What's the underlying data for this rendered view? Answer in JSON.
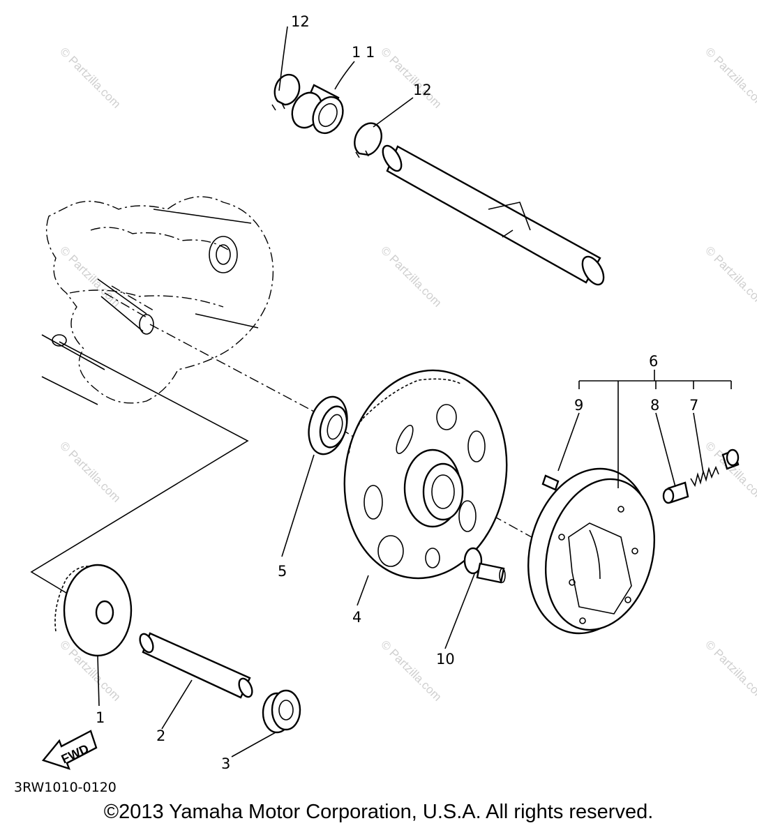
{
  "callouts": {
    "p1": "1",
    "p2": "2",
    "p3": "3",
    "p4": "4",
    "p5": "5",
    "p6": "6",
    "p7": "7",
    "p8": "8",
    "p9": "9",
    "p10": "10",
    "p11": "1 1",
    "p12a": "12",
    "p12b": "12"
  },
  "watermark": "© Partzilla.com",
  "fwd_label": "FWD",
  "diagram_code": "3RW1010-0120",
  "copyright": "©2013  Yamaha Motor Corporation, U.S.A. All rights reserved."
}
